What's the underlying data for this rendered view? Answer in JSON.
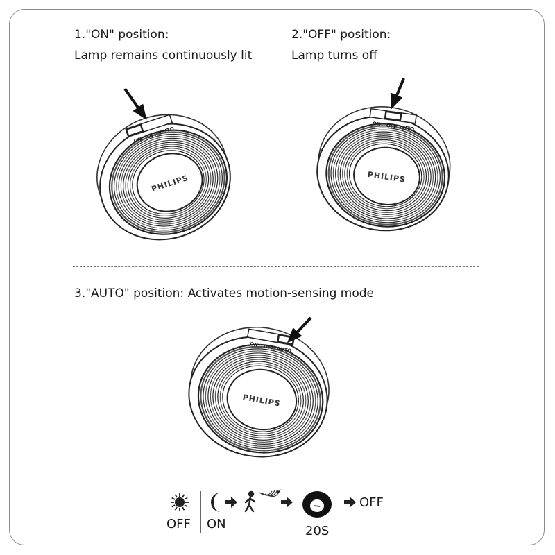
{
  "section1": {
    "title": "1.\"ON\" position:",
    "desc": "Lamp remains continuously lit"
  },
  "section2": {
    "title": "2.\"OFF\" position:",
    "desc": "Lamp turns off"
  },
  "section3": {
    "title": "3.\"AUTO\" position: Activates motion-sensing mode"
  },
  "lamp": {
    "brand": "PHILIPS",
    "switch_on": "ON",
    "switch_off": "OFF",
    "switch_auto": "AUTO"
  },
  "flow": {
    "day_label": "OFF",
    "night_label": "ON",
    "timer_label": "20S",
    "end_label": "OFF"
  }
}
